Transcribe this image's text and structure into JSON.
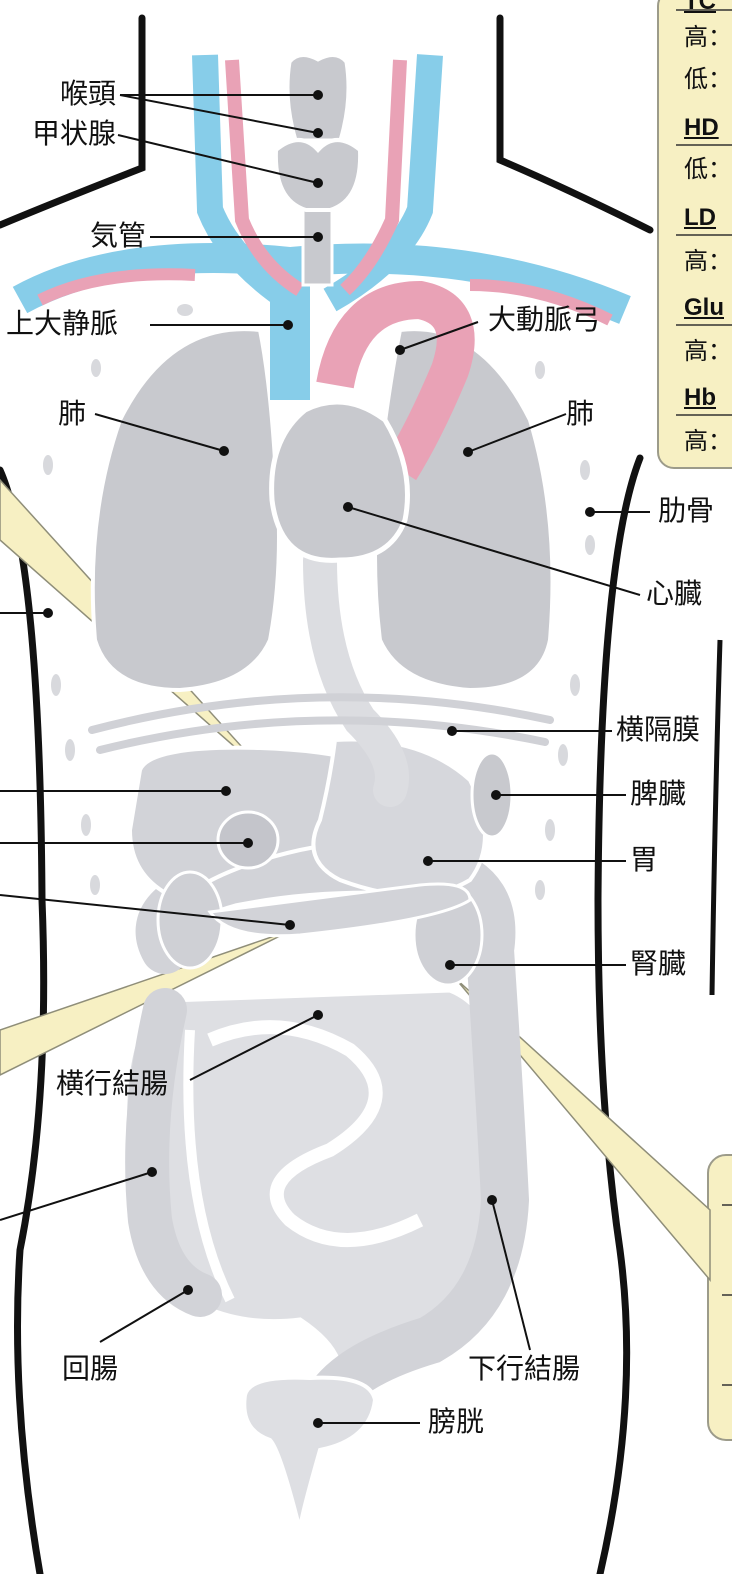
{
  "labels": {
    "larynx": "喉頭",
    "thyroid": "甲状腺",
    "trachea": "気管",
    "svc": "上大静脈",
    "aortic_arch": "大動脈弓",
    "lung_right": "肺",
    "lung_left": "肺",
    "rib": "肋骨",
    "heart": "心臓",
    "diaphragm": "横隔膜",
    "spleen": "脾臓",
    "stomach": "胃",
    "kidney": "腎臓",
    "transverse_colon": "横行結腸",
    "ileum": "回腸",
    "descending_colon": "下行結腸",
    "bladder": "膀胱"
  },
  "panel": {
    "rows": [
      {
        "text": "TC",
        "type": "head"
      },
      {
        "text": "高：",
        "type": "value"
      },
      {
        "text": "低：",
        "type": "value"
      },
      {
        "text": "HD",
        "type": "head"
      },
      {
        "text": "低：",
        "type": "value"
      },
      {
        "text": "LD",
        "type": "head"
      },
      {
        "text": "高：",
        "type": "value"
      },
      {
        "text": "Glu",
        "type": "head"
      },
      {
        "text": "高：",
        "type": "value"
      },
      {
        "text": "Hb",
        "type": "head"
      },
      {
        "text": "高：",
        "type": "value"
      }
    ]
  },
  "colors": {
    "organ": "#c8c9ce",
    "organ_light": "#dedfe3",
    "vein": "#87cde9",
    "artery": "#e9a2b6",
    "callout": "#f7f0c3",
    "body_outline": "#111111"
  }
}
